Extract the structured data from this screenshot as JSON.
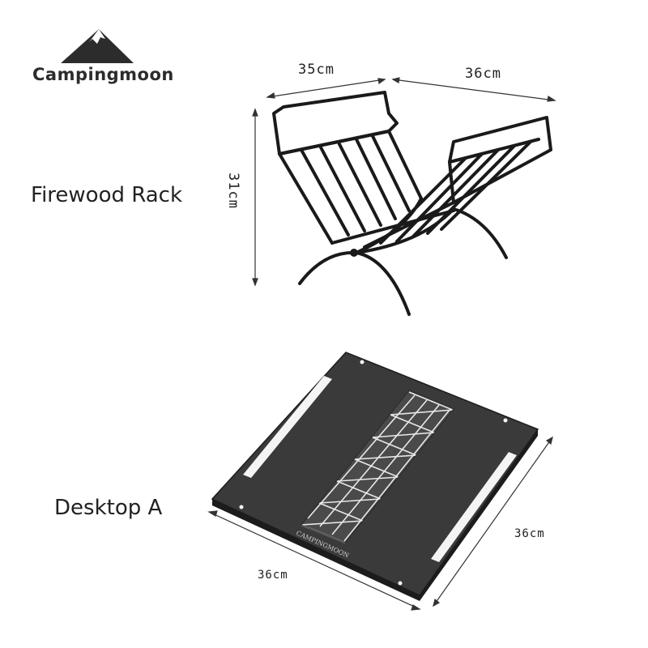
{
  "brand": {
    "name": "Campingmoon",
    "icon": "mountain-icon"
  },
  "items": [
    {
      "label": "Firewood Rack",
      "dimensions": {
        "width": "35cm",
        "depth": "36cm",
        "height": "31cm"
      }
    },
    {
      "label": "Desktop A",
      "engraving": "CAMPINGMOON",
      "dimensions": {
        "width": "36cm",
        "depth": "36cm"
      }
    }
  ],
  "colors": {
    "metal": "#1a1a1a",
    "plate": "#3a3a3a",
    "text": "#222222"
  }
}
